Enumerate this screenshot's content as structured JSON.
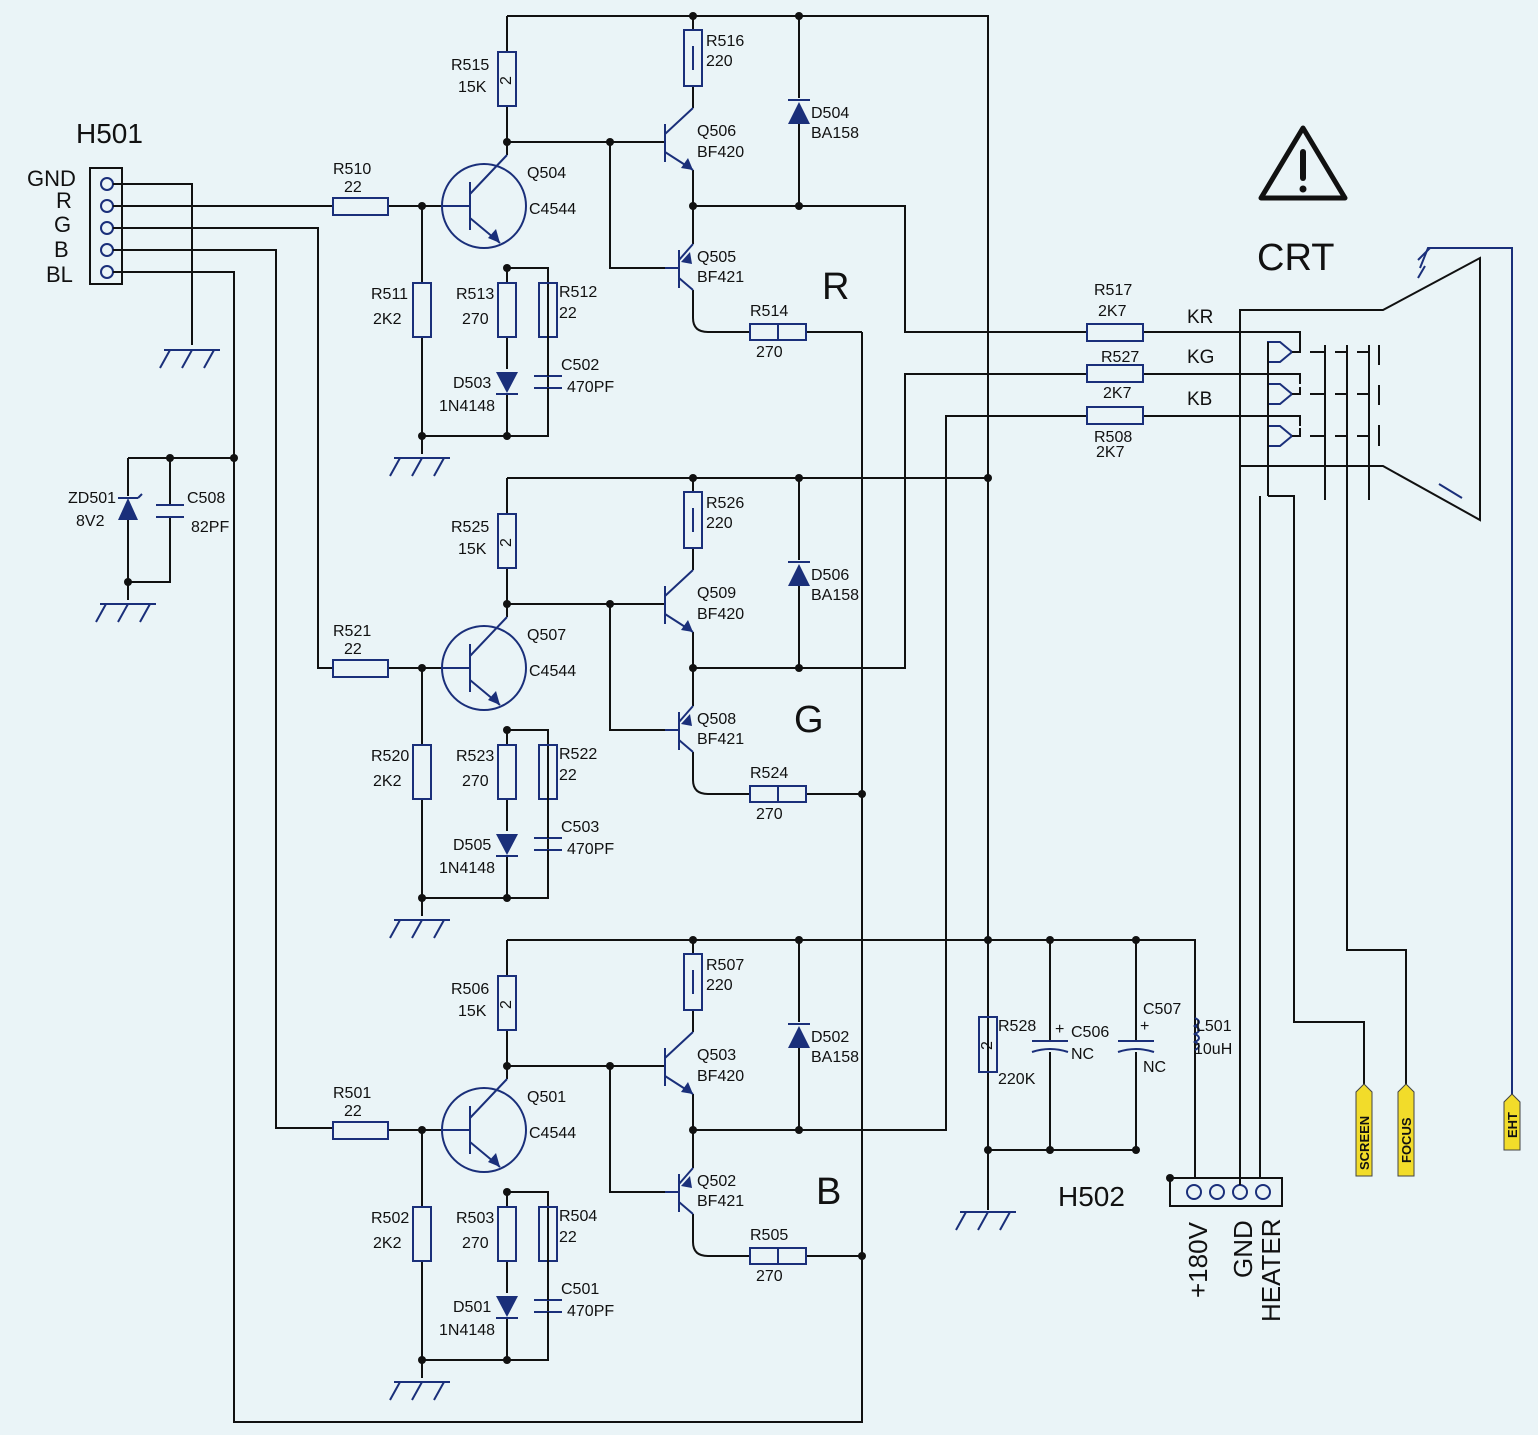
{
  "connector_h501": {
    "name": "H501",
    "pins": [
      "GND",
      "R",
      "G",
      "B",
      "BL"
    ]
  },
  "connector_h502": {
    "name": "H502",
    "pins": [
      "+180V",
      "GND",
      "HEATER"
    ]
  },
  "crt": {
    "name": "CRT",
    "cathodes": [
      "KR",
      "KG",
      "KB"
    ]
  },
  "tags": [
    "SCREEN",
    "FOCUS",
    "EHT"
  ],
  "channels": [
    {
      "title": "R",
      "in_r": {
        "ref": "R510",
        "val": "22"
      },
      "bias_r": {
        "ref": "R511",
        "val": "2K2"
      },
      "q_in": {
        "ref": "Q504",
        "val": "C4544"
      },
      "col_r": {
        "ref": "R515",
        "val": "15K",
        "mark": "2"
      },
      "em_r1": {
        "ref": "R513",
        "val": "270"
      },
      "em_r2": {
        "ref": "R512",
        "val": "22"
      },
      "diode": {
        "ref": "D503",
        "val": "1N4148"
      },
      "cap": {
        "ref": "C502",
        "val": "470PF"
      },
      "q_npn": {
        "ref": "Q506",
        "val": "BF420"
      },
      "q_pnp": {
        "ref": "Q505",
        "val": "BF421"
      },
      "r_top": {
        "ref": "R516",
        "val": "220"
      },
      "d_out": {
        "ref": "D504",
        "val": "BA158"
      },
      "r_fb": {
        "ref": "R514",
        "val": "270"
      }
    },
    {
      "title": "G",
      "in_r": {
        "ref": "R521",
        "val": "22"
      },
      "bias_r": {
        "ref": "R520",
        "val": "2K2"
      },
      "q_in": {
        "ref": "Q507",
        "val": "C4544"
      },
      "col_r": {
        "ref": "R525",
        "val": "15K",
        "mark": "2"
      },
      "em_r1": {
        "ref": "R523",
        "val": "270"
      },
      "em_r2": {
        "ref": "R522",
        "val": "22"
      },
      "diode": {
        "ref": "D505",
        "val": "1N4148"
      },
      "cap": {
        "ref": "C503",
        "val": "470PF"
      },
      "q_npn": {
        "ref": "Q509",
        "val": "BF420"
      },
      "q_pnp": {
        "ref": "Q508",
        "val": "BF421"
      },
      "r_top": {
        "ref": "R526",
        "val": "220"
      },
      "d_out": {
        "ref": "D506",
        "val": "BA158"
      },
      "r_fb": {
        "ref": "R524",
        "val": "270"
      }
    },
    {
      "title": "B",
      "in_r": {
        "ref": "R501",
        "val": "22"
      },
      "bias_r": {
        "ref": "R502",
        "val": "2K2"
      },
      "q_in": {
        "ref": "Q501",
        "val": "C4544"
      },
      "col_r": {
        "ref": "R506",
        "val": "15K",
        "mark": "2"
      },
      "em_r1": {
        "ref": "R503",
        "val": "270"
      },
      "em_r2": {
        "ref": "R504",
        "val": "22"
      },
      "diode": {
        "ref": "D501",
        "val": "1N4148"
      },
      "cap": {
        "ref": "C501",
        "val": "470PF"
      },
      "q_npn": {
        "ref": "Q503",
        "val": "BF420"
      },
      "q_pnp": {
        "ref": "Q502",
        "val": "BF421"
      },
      "r_top": {
        "ref": "R507",
        "val": "220"
      },
      "d_out": {
        "ref": "D502",
        "val": "BA158"
      },
      "r_fb": {
        "ref": "R505",
        "val": "270"
      }
    }
  ],
  "cathode_resistors": [
    {
      "ref": "R517",
      "val": "2K7"
    },
    {
      "ref": "R527",
      "val": "2K7"
    },
    {
      "ref": "R508",
      "val": "2K7"
    }
  ],
  "zener": {
    "ref": "ZD501",
    "val": "8V2"
  },
  "c508": {
    "ref": "C508",
    "val": "82PF"
  },
  "r528": {
    "ref": "R528",
    "val": "220K",
    "mark": "2"
  },
  "c506": {
    "ref": "C506",
    "val": "NC",
    "pol": "+"
  },
  "c507": {
    "ref": "C507",
    "val": "NC",
    "pol": "+"
  },
  "l501": {
    "ref": "L501",
    "val": "10uH"
  }
}
